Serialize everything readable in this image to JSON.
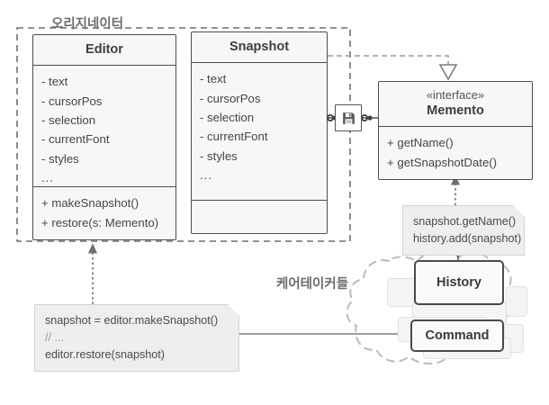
{
  "diagram": {
    "title": "Memento pattern UML diagram",
    "groups": {
      "originator_label": "오리지네이터",
      "caretakers_label": "케어테이커들"
    },
    "colors": {
      "class_border": "#4d4d4d",
      "class_fill": "#f7f7f7",
      "note_fill": "#eeeeee",
      "note_border": "#d2d2d2",
      "label_text": "#6b6b6b",
      "line": "#8a8a8a",
      "stack_front_border": "#4a4a4a",
      "stack_card_fill": "#f4f4f4"
    },
    "classes": {
      "editor": {
        "name": "Editor",
        "attributes": [
          "- text",
          "- cursorPos",
          "- selection",
          "- currentFont",
          "- styles",
          "..."
        ],
        "operations": [
          "+ makeSnapshot()",
          "+ restore(s: Memento)"
        ]
      },
      "snapshot": {
        "name": "Snapshot",
        "attributes": [
          "- text",
          "- cursorPos",
          "- selection",
          "- currentFont",
          "- styles",
          "..."
        ],
        "operations": []
      },
      "memento": {
        "stereotype": "«interface»",
        "name": "Memento",
        "operations": [
          "+ getName()",
          "+ getSnapshotDate()"
        ]
      }
    },
    "stacks": {
      "history": {
        "label": "History"
      },
      "command": {
        "label": "Command"
      }
    },
    "notes": {
      "right": {
        "lines": [
          "snapshot.getName()",
          "history.add(snapshot)"
        ]
      },
      "bottom": {
        "line1": "snapshot = editor.makeSnapshot()",
        "line2": "// ...",
        "line3": "editor.restore(snapshot)"
      }
    },
    "icons": {
      "save": "save-floppy-icon"
    }
  }
}
